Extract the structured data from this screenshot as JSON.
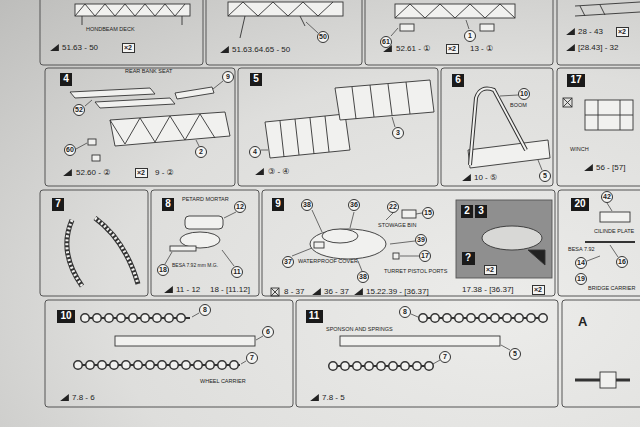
{
  "diagram": {
    "nodes": [
      {
        "text": [
          "×2"
        ]
      },
      {
        "text": [
          "50"
        ]
      },
      {
        "text": [
          "61"
        ]
      },
      {
        "text": [
          "1"
        ]
      },
      {
        "text": [
          "×2"
        ]
      },
      {
        "text": [
          "×2"
        ]
      },
      {
        "text": [
          "4"
        ]
      },
      {
        "text": [
          "9"
        ]
      },
      {
        "text": [
          "52"
        ]
      },
      {
        "text": [
          "60"
        ]
      },
      {
        "text": [
          "2"
        ]
      },
      {
        "text": [
          "×2"
        ]
      },
      {
        "text": [
          "5"
        ]
      },
      {
        "text": [
          "4"
        ]
      },
      {
        "text": [
          "3"
        ]
      },
      {
        "text": [
          "6"
        ]
      },
      {
        "text": [
          "10"
        ]
      },
      {
        "text": [
          "5"
        ]
      },
      {
        "text": [
          "17"
        ]
      },
      {
        "text": [
          "7"
        ]
      },
      {
        "text": [
          "8"
        ]
      },
      {
        "text": [
          "12"
        ]
      },
      {
        "text": [
          "18"
        ]
      },
      {
        "text": [
          "11"
        ]
      },
      {
        "text": [
          "9"
        ]
      },
      {
        "text": [
          "38"
        ]
      },
      {
        "text": [
          "36"
        ]
      },
      {
        "text": [
          "22"
        ]
      },
      {
        "text": [
          "15"
        ]
      },
      {
        "text": [
          "39"
        ]
      },
      {
        "text": [
          "17"
        ]
      },
      {
        "text": [
          "37"
        ]
      },
      {
        "text": [
          "38"
        ]
      },
      {
        "text": [
          "×2"
        ]
      },
      {
        "text": [
          "2"
        ]
      },
      {
        "text": [
          "3"
        ]
      },
      {
        "text": [
          "?"
        ]
      },
      {
        "text": [
          "×2"
        ]
      },
      {
        "text": [
          "20"
        ]
      },
      {
        "text": [
          "42"
        ]
      },
      {
        "text": [
          "14"
        ]
      },
      {
        "text": [
          "19"
        ]
      },
      {
        "text": [
          "16"
        ]
      },
      {
        "text": [
          "10"
        ]
      },
      {
        "text": [
          "8"
        ]
      },
      {
        "text": [
          "6"
        ]
      },
      {
        "text": [
          "7"
        ]
      },
      {
        "text": [
          "11"
        ]
      },
      {
        "text": [
          "8"
        ]
      },
      {
        "text": [
          "5"
        ]
      },
      {
        "text": [
          "7"
        ]
      }
    ],
    "labels": [
      "HONDBEAM DECK",
      "51.63 - 50",
      "51.63.64.65 - 50",
      "52.61 - ①",
      "13 - ①",
      "28 - 43",
      "[28.43] - 32",
      "REAR BANK SEAT",
      "52.60 - ②",
      "9 - ②",
      "③ - ④",
      "BOOM",
      "10 - ⑤",
      "WINCH",
      "56 - [57]",
      "PETARD MORTAR",
      "BESA 7.92 mm M.G.",
      "11 - 12",
      "18 - [11.12]",
      "STOWAGE BIN",
      "WATERPROOF COVER",
      "TURRET PISTOL PORTS",
      "8 - 37",
      "36 - 37",
      "15.22.39 - [36.37]",
      "17.38 - [36.37]",
      "CILINDE PLATE",
      "BESA 7.92",
      "BRIDGE CARRIER",
      "WHEEL CARRIER",
      "7.8 - 6",
      "SPONSON AND SPRINGS",
      "7.8 - 5",
      "A"
    ]
  }
}
